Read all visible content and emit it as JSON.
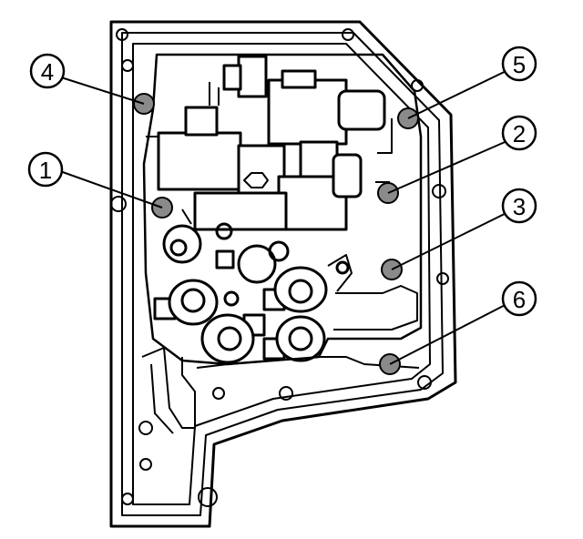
{
  "diagram": {
    "stroke_color": "#000000",
    "fill_color": "#ffffff",
    "bolt_fill": "#8a8a8a",
    "callouts": [
      {
        "id": "c4",
        "label": "4"
      },
      {
        "id": "c5",
        "label": "5"
      },
      {
        "id": "c1",
        "label": "1"
      },
      {
        "id": "c2",
        "label": "2"
      },
      {
        "id": "c3",
        "label": "3"
      },
      {
        "id": "c6",
        "label": "6"
      }
    ]
  }
}
